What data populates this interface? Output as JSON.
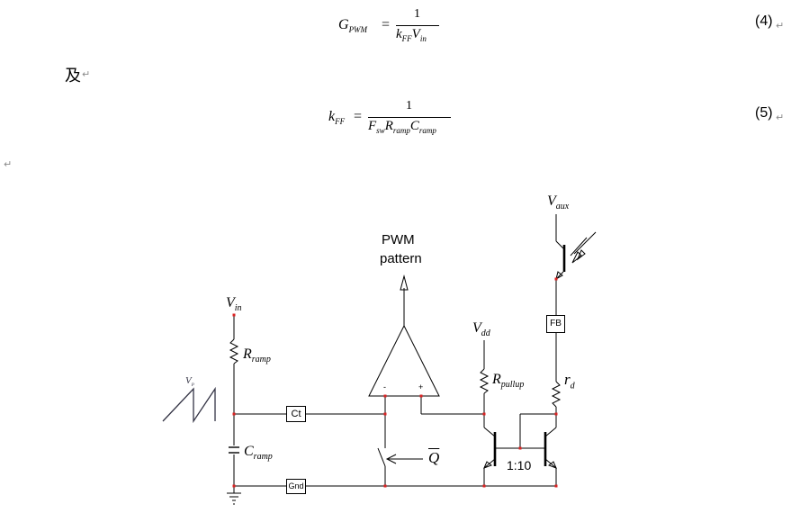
{
  "equation4": {
    "lhs": "G",
    "lhs_sub": "PWM",
    "numerator": "1",
    "den_k": "k",
    "den_k_sub": "FF",
    "den_v": "V",
    "den_v_sub": "in",
    "number": "(4)"
  },
  "connector_text": "及",
  "equation5": {
    "lhs": "k",
    "lhs_sub": "FF",
    "numerator": "1",
    "den_f": "F",
    "den_f_sub": "sw",
    "den_r": "R",
    "den_r_sub": "ramp",
    "den_c": "C",
    "den_c_sub": "ramp",
    "number": "(5)"
  },
  "para_mark": "↵",
  "circuit": {
    "vin": "V",
    "vin_sub": "in",
    "vp": "V",
    "vp_sub": "P",
    "rramp": "R",
    "rramp_sub": "ramp",
    "cramp": "C",
    "cramp_sub": "ramp",
    "ct": "Ct",
    "gnd": "Gnd",
    "pwm_line1": "PWM",
    "pwm_line2": "pattern",
    "minus": "-",
    "plus": "+",
    "qbar": "Q",
    "vdd": "V",
    "vdd_sub": "dd",
    "rpullup": "R",
    "rpullup_sub": "pullup",
    "rd": "r",
    "rd_sub": "d",
    "fb": "FB",
    "vaux": "V",
    "vaux_sub": "aux",
    "ratio": "1:10"
  }
}
